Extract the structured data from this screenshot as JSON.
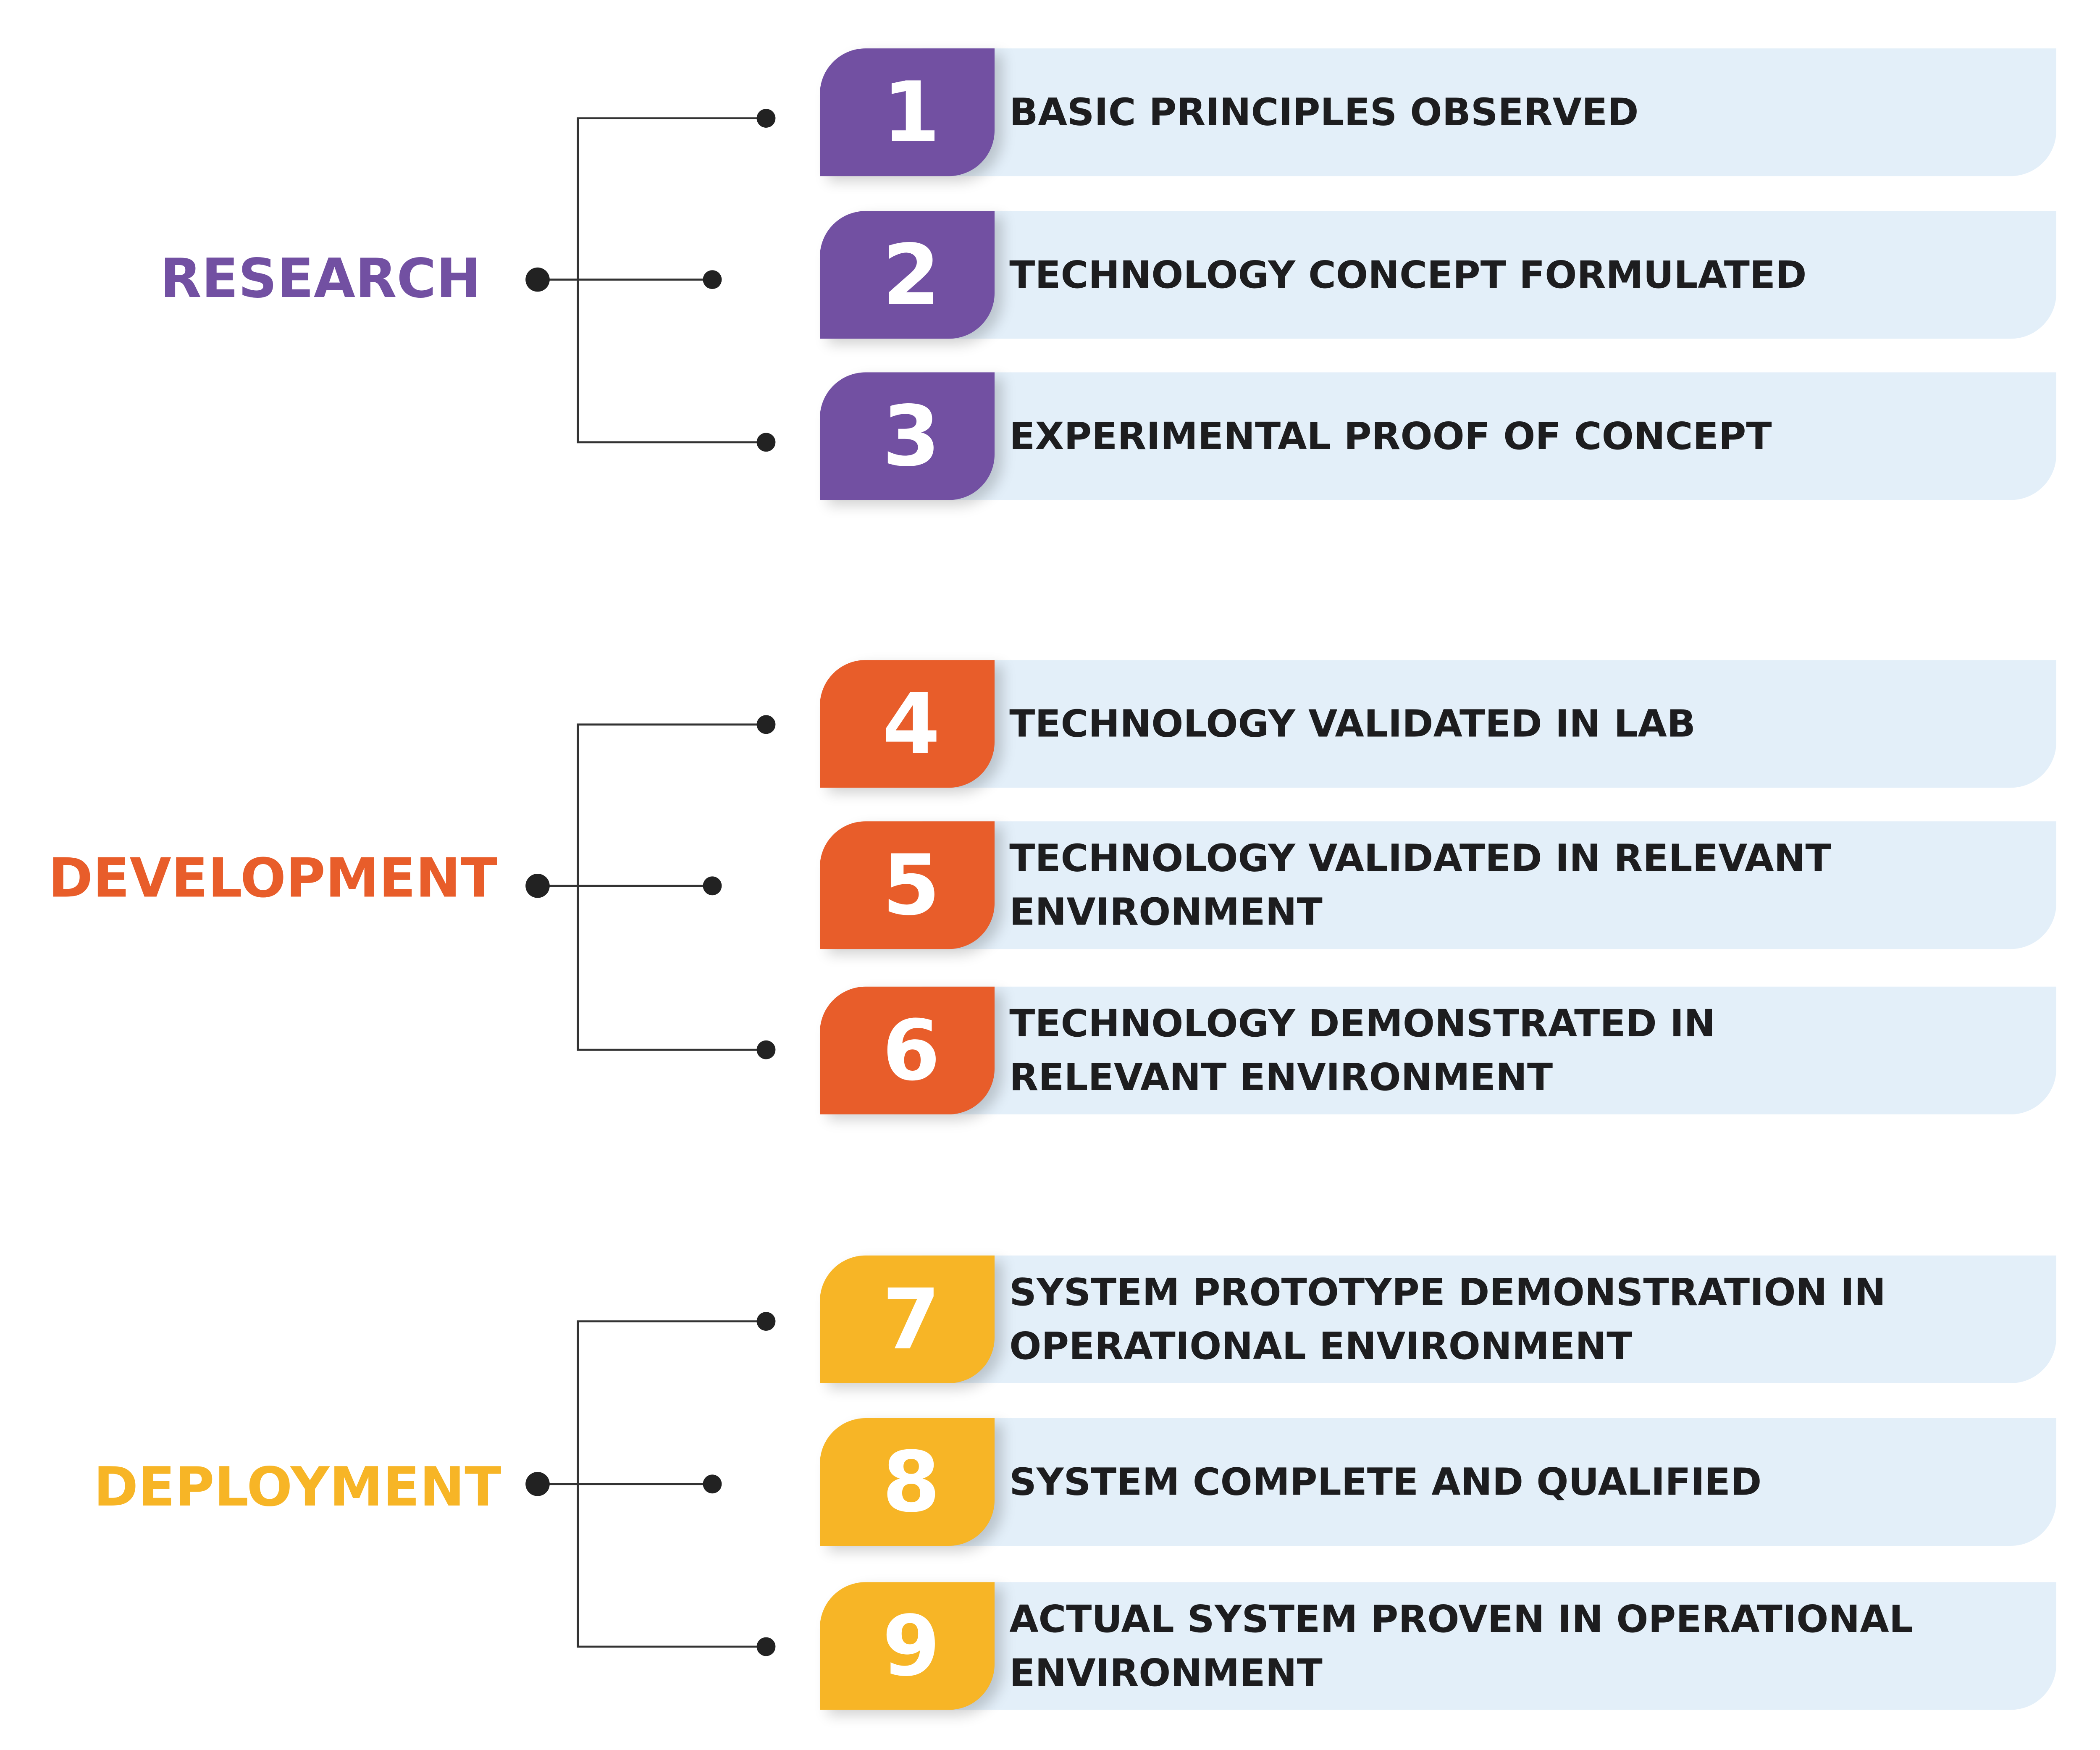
{
  "colors": {
    "research": "#7250a2",
    "development": "#e85d2a",
    "deployment": "#f7b526",
    "card_background": "#e3eff9",
    "connector": "#333333",
    "text": "#1d1d1f"
  },
  "groups": [
    {
      "label": "RESEARCH",
      "color": "#7250a2",
      "levels": [
        {
          "number": "1",
          "text": "BASIC PRINCIPLES OBSERVED"
        },
        {
          "number": "2",
          "text": "TECHNOLOGY CONCEPT FORMULATED"
        },
        {
          "number": "3",
          "text": "EXPERIMENTAL PROOF OF CONCEPT"
        }
      ]
    },
    {
      "label": "DEVELOPMENT",
      "color": "#e85d2a",
      "levels": [
        {
          "number": "4",
          "text": "TECHNOLOGY VALIDATED IN LAB"
        },
        {
          "number": "5",
          "text": "TECHNOLOGY VALIDATED IN RELEVANT\nENVIRONMENT"
        },
        {
          "number": "6",
          "text": "TECHNOLOGY DEMONSTRATED IN\nRELEVANT ENVIRONMENT"
        }
      ]
    },
    {
      "label": "DEPLOYMENT",
      "color": "#f7b526",
      "levels": [
        {
          "number": "7",
          "text": "SYSTEM PROTOTYPE DEMONSTRATION IN\nOPERATIONAL ENVIRONMENT"
        },
        {
          "number": "8",
          "text": "SYSTEM COMPLETE AND QUALIFIED"
        },
        {
          "number": "9",
          "text": "ACTUAL SYSTEM PROVEN IN OPERATIONAL\nENVIRONMENT"
        }
      ]
    }
  ]
}
